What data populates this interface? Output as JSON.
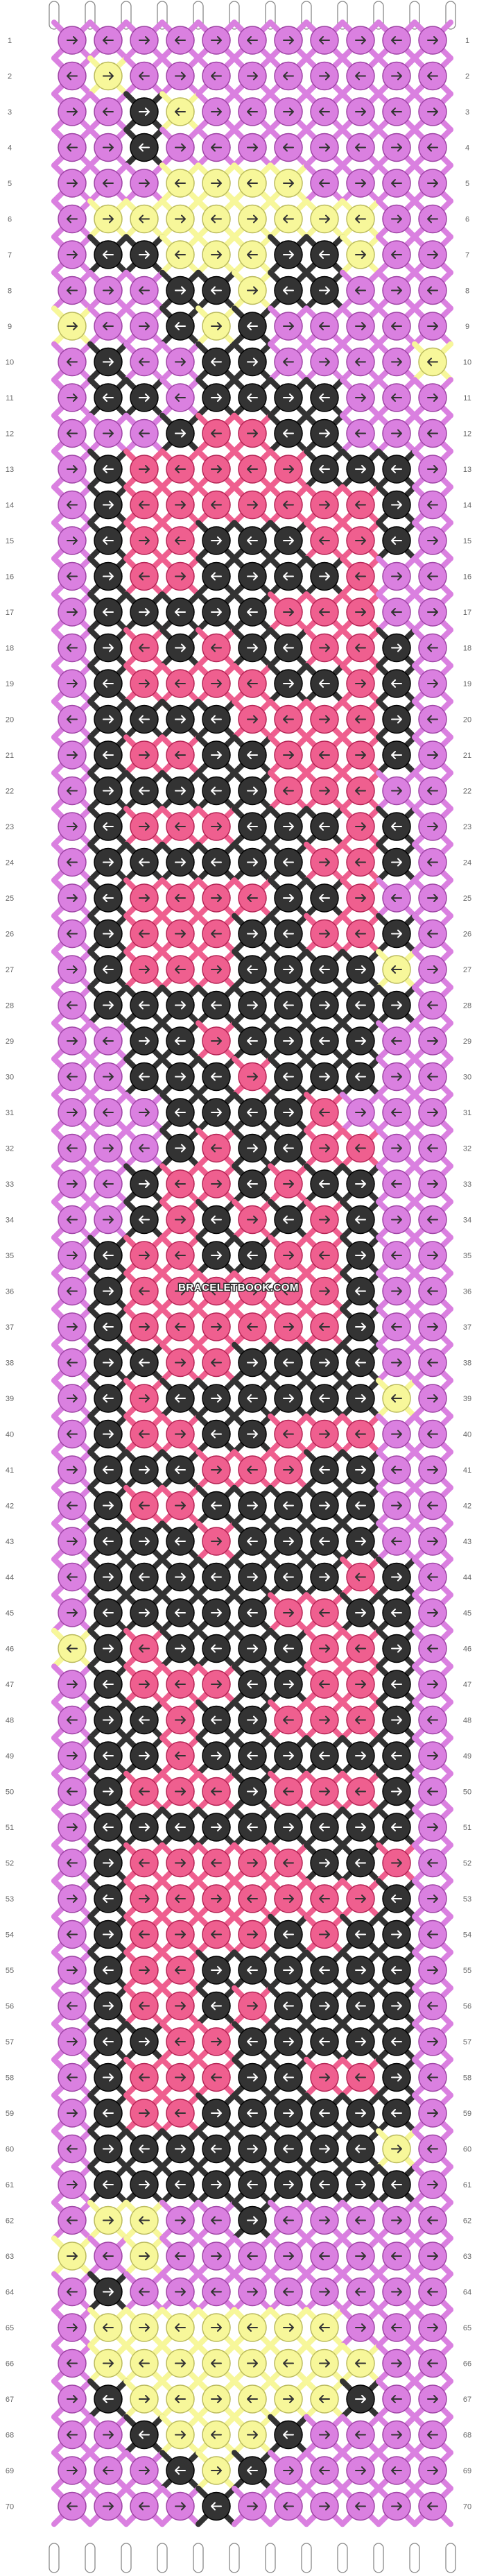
{
  "watermark": "BRACELETBOOK.COM",
  "row_numbers": [
    "1",
    "2",
    "3",
    "4",
    "5",
    "6",
    "7",
    "8",
    "9",
    "10",
    "11",
    "12",
    "13",
    "14",
    "15",
    "16",
    "17",
    "18",
    "19",
    "20",
    "21",
    "22",
    "23",
    "24",
    "25",
    "26",
    "27",
    "28",
    "29",
    "30",
    "31",
    "32",
    "33",
    "34",
    "35",
    "36",
    "37",
    "38",
    "39",
    "40",
    "41",
    "42",
    "43",
    "44",
    "45",
    "46",
    "47",
    "48",
    "49",
    "50",
    "51",
    "52",
    "53",
    "54",
    "55",
    "56",
    "57",
    "58",
    "59",
    "60",
    "61",
    "62",
    "63",
    "64",
    "65",
    "66",
    "67",
    "68",
    "69",
    "70"
  ],
  "colors": {
    "A": "#da80e0",
    "B": "#f7f79a",
    "C": "#333333",
    "D": "#ef5f8f",
    "strand_bg": "#ffffff",
    "strand_outline": "#888888"
  },
  "pattern": {
    "columns": 12,
    "rows": 70,
    "knot_rows": [
      "AAAAAAAAAAA",
      "ABAAAAAAAAA",
      "AACBAAAAAAA",
      "AACAAAAAAAA",
      "AAABBBBAAAA",
      "ABBBBBBBBAA",
      "ACCBBBCCBAA",
      "AAACCBCCAAA",
      "BAACBCAAAAA",
      "ACAACCAAAAB",
      "ACCACCCCAAA",
      "AAACDDCCAAA",
      "ACDDDDDCCCA",
      "ACDDDDDDDCA",
      "ACDDCCCDDCA",
      "ACDDCCCCDAA",
      "ACCCCCDDDAA",
      "ACDCDCCDDCA",
      "ACDDDDCCDCA",
      "ACCCCDDDDCA",
      "ACDDCCDDDCA",
      "ACCCCCDDDAA",
      "ACDDDCCCDCA",
      "ACCCCCCDDCA",
      "ACDDDDCCDAA",
      "ACDDDCCDDCA",
      "ACDDDCCCCBA",
      "ACCCCCCCCCA",
      "AACCDCCCCAA",
      "AACCCDCCCAA",
      "AAACCCCDAAA",
      "AAACDCCDDAA",
      "AACDDCDCCAA",
      "AACDCDCDCAA",
      "ACDDCCDDCAA",
      "ACDDDDDDCAA",
      "ACDDDDDDCAA",
      "ACCDDCCCCAA",
      "ACDCCCCCCBA",
      "ACDDCCDDDAA",
      "ACCCDDDCCAA",
      "ACDDCCCCCAA",
      "ACCCDCCCCAA",
      "ACCCCCCCDCA",
      "ACCCCCDDCCA",
      "BCDCCCCDDCA",
      "ACDDDCCDDCA",
      "ACCDCCDDDCA",
      "ACCDCCCCCCA",
      "ACDDDCDDDCA",
      "ACCCCCCCCCA",
      "ACDDDDDCCDA",
      "ACDDDDDDDCA",
      "ACDDDDCDCCA",
      "ACDDCCCCCCA",
      "ACDDCDCCCCA",
      "ACCDDCCCCCA",
      "ACDDDCCDDCA",
      "ACDDCCCCCCA",
      "ACCCCCCCCBA",
      "ACCCCCCCCCA",
      "ABBAACAAAAA",
      "BABAAAAAAAA",
      "ACAAAAAAAAA",
      "ABBBBBBBAAA",
      "ABBBBBBBBAA",
      "ACBBBBBBCAA",
      "AACBBBCAAAA",
      "AAACBCAAAAA",
      "AAAACAAAAAA"
    ]
  }
}
